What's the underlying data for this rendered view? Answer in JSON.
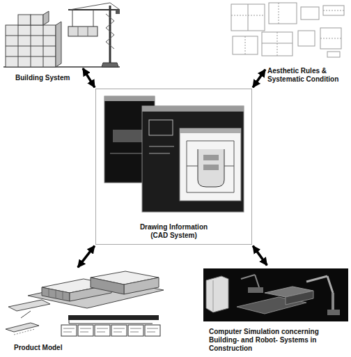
{
  "diagram": {
    "nodes": [
      {
        "text": [
          "Building System"
        ]
      },
      {
        "text": [
          "Aesthetic Rules & Systematic Condition"
        ]
      },
      {
        "text": [
          "Drawing Information (CAD System)"
        ]
      },
      {
        "text": [
          "Product Model"
        ]
      },
      {
        "text": [
          "Computer Simulation concerning Building- and Robot- Systems in Construction"
        ]
      }
    ],
    "edges": [
      {
        "from": 2,
        "to": 0,
        "arrow": "both"
      },
      {
        "from": 2,
        "to": 1,
        "arrow": "both"
      },
      {
        "from": 2,
        "to": 3,
        "arrow": "both"
      },
      {
        "from": 2,
        "to": 4,
        "arrow": "both"
      }
    ]
  }
}
